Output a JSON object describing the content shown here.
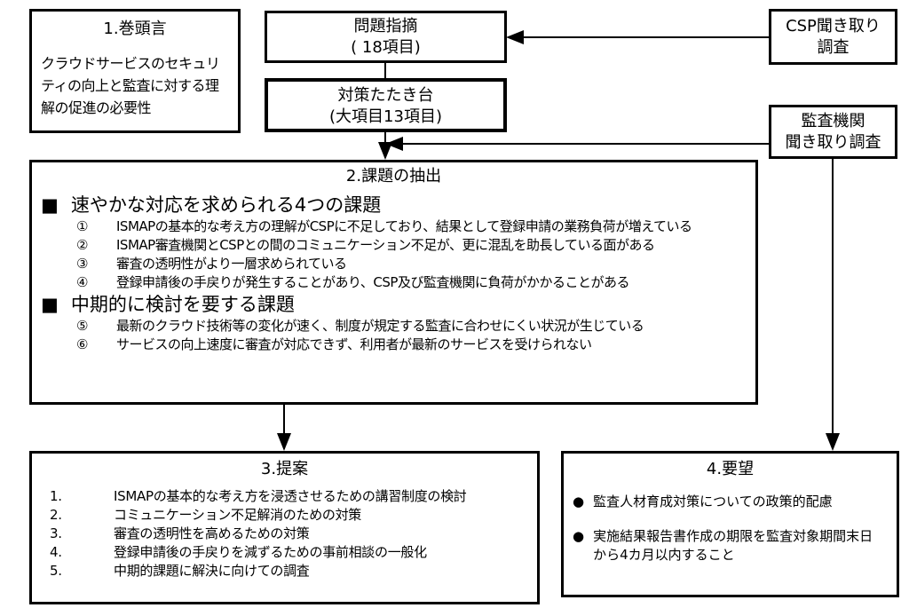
{
  "preface": {
    "title": "1.巻頭言",
    "body": "クラウドサービスのセキュリティの向上と監査に対する理解の促進の必要性"
  },
  "problems": {
    "line1": "問題指摘",
    "line2": "( 18項目)"
  },
  "measures": {
    "line1": "対策たたき台",
    "line2": "(大項目13項目)"
  },
  "csp": {
    "line1": "CSP聞き取り",
    "line2": "調査"
  },
  "auditor": {
    "line1": "監査機関",
    "line2": "聞き取り調査"
  },
  "issues": {
    "title": "2.課題の抽出",
    "groups": [
      {
        "heading": "速やかな対応を求められる4つの課題",
        "items": [
          {
            "num": "①",
            "text": "ISMAPの基本的な考え方の理解がCSPに不足しており、結果として登録申請の業務負荷が増えている"
          },
          {
            "num": "②",
            "text": "ISMAP審査機関とCSPとの間のコミュニケーション不足が、更に混乱を助長している面がある"
          },
          {
            "num": "③",
            "text": "審査の透明性がより一層求められている"
          },
          {
            "num": "④",
            "text": "登録申請後の手戻りが発生することがあり、CSP及び監査機関に負荷がかかることがある"
          }
        ]
      },
      {
        "heading": "中期的に検討を要する課題",
        "items": [
          {
            "num": "⑤",
            "text": "最新のクラウド技術等の変化が速く、制度が規定する監査に合わせにくい状況が生じている"
          },
          {
            "num": "⑥",
            "text": "サービスの向上速度に審査が対応できず、利用者が最新のサービスを受けられない"
          }
        ]
      }
    ]
  },
  "proposal": {
    "title": "3.提案",
    "items": [
      {
        "num": "1.",
        "text": "ISMAPの基本的な考え方を浸透させるための講習制度の検討"
      },
      {
        "num": "2.",
        "text": "コミュニケーション不足解消のための対策"
      },
      {
        "num": "3.",
        "text": "審査の透明性を高めるための対策"
      },
      {
        "num": "4.",
        "text": "登録申請後の手戻りを減ずるための事前相談の一般化"
      },
      {
        "num": "5.",
        "text": "中期的課題に解決に向けての調査"
      }
    ]
  },
  "requests": {
    "title": "4.要望",
    "items": [
      {
        "bullet": "●",
        "text": "監査人材育成対策についての政策的配慮"
      },
      {
        "bullet": "●",
        "text": "実施結果報告書作成の期限を監査対象期間末日から4カ月以内すること"
      }
    ]
  },
  "bullet_square": "■"
}
